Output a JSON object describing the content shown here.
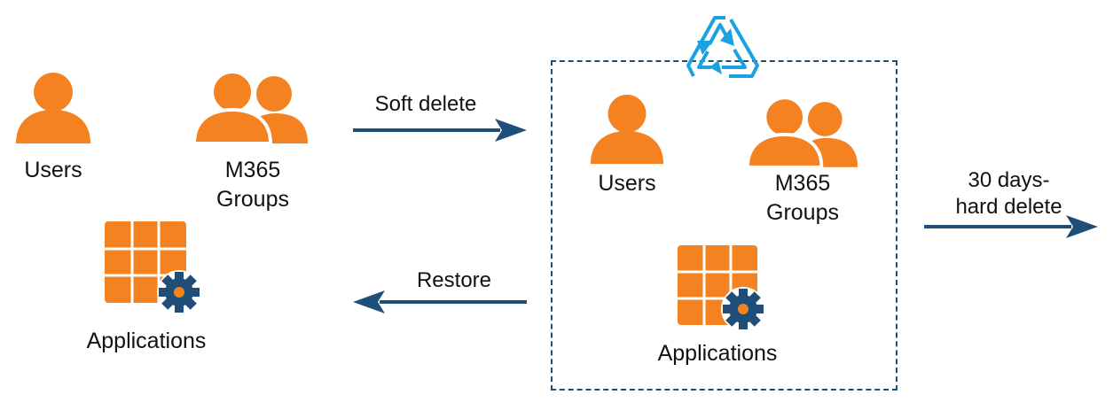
{
  "colors": {
    "icon_orange": "#f58220",
    "arrow_navy": "#1f4e79",
    "gear_navy": "#1f4e79",
    "recycle_blue": "#1ba1e2",
    "box_border": "#1f4e6e"
  },
  "left": {
    "users_label": "Users",
    "groups_label_line1": "M365",
    "groups_label_line2": "Groups",
    "apps_label": "Applications"
  },
  "right": {
    "users_label": "Users",
    "groups_label_line1": "M365",
    "groups_label_line2": "Groups",
    "apps_label": "Applications"
  },
  "arrows": {
    "soft_delete": "Soft delete",
    "restore": "Restore",
    "hard_delete_line1": "30 days-",
    "hard_delete_line2": "hard delete"
  },
  "icons": [
    "user-icon",
    "group-icon",
    "app-grid-gear-icon",
    "recycle-icon"
  ]
}
